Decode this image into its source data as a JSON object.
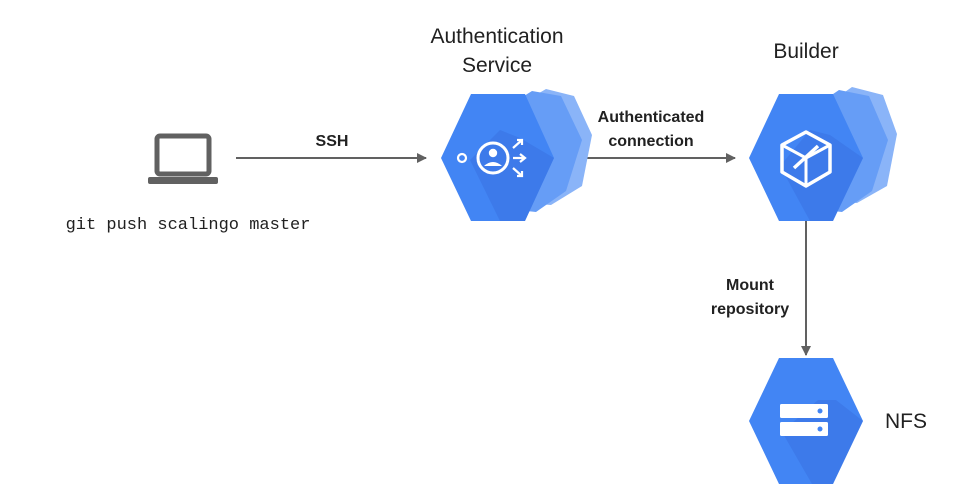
{
  "nodes": {
    "client": {
      "command": "git push scalingo master",
      "icon": "laptop-icon"
    },
    "auth": {
      "label_line1": "Authentication",
      "label_line2": "Service",
      "icon": "authentication-service-icon"
    },
    "builder": {
      "label": "Builder",
      "icon": "builder-cube-icon"
    },
    "nfs": {
      "label": "NFS",
      "icon": "storage-server-icon"
    }
  },
  "edges": {
    "ssh": {
      "label": "SSH"
    },
    "authenticated": {
      "label_line1": "Authenticated",
      "label_line2": "connection"
    },
    "mount": {
      "label_line1": "Mount",
      "label_line2": "repository"
    }
  },
  "colors": {
    "hex_main": "#4285f4",
    "hex_back_1": "#669df6",
    "hex_back_2": "#8ab4f8",
    "hex_shadow": "#3367d6",
    "arrow": "#616161",
    "laptop": "#616161",
    "text": "#212121"
  }
}
